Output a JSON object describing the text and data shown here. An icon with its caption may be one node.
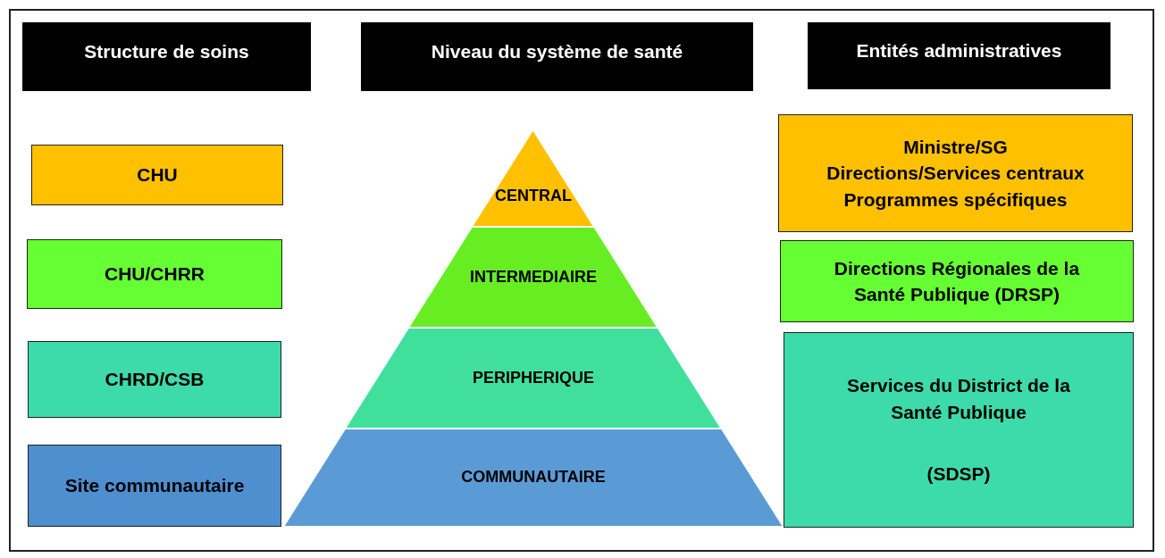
{
  "diagram": {
    "nodes": [
      {
        "text": [
          "Structure de soins"
        ]
      },
      {
        "text": [
          "Niveau du système de santé"
        ]
      },
      {
        "text": [
          "Entités administratives"
        ]
      },
      {
        "text": [
          "CHU"
        ]
      },
      {
        "text": [
          "CHU/CHRR"
        ]
      },
      {
        "text": [
          "CHRD/CSB"
        ]
      },
      {
        "text": [
          "Site communautaire"
        ]
      },
      {
        "text": [
          "CENTRAL"
        ]
      },
      {
        "text": [
          "INTERMEDIAIRE"
        ]
      },
      {
        "text": [
          "PERIPHERIQUE"
        ]
      },
      {
        "text": [
          "COMMUNAUTAIRE"
        ]
      },
      {
        "text": [
          "Ministre/SG",
          "Directions/Services centraux",
          "Programmes spécifiques"
        ]
      },
      {
        "text": [
          "Directions Régionales de la Santé Publique (DRSP)"
        ]
      },
      {
        "text": [
          "Services du District de la Santé Publique",
          "(SDSP)"
        ]
      }
    ],
    "edges": []
  }
}
